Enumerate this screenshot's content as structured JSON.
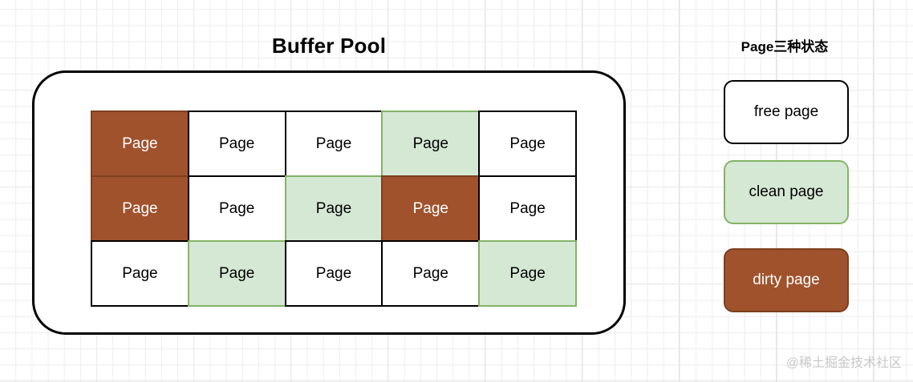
{
  "buffer_pool": {
    "title": "Buffer Pool",
    "cell_label": "Page",
    "grid": {
      "rows": 3,
      "columns": 5,
      "cells": [
        [
          {
            "label": "Page",
            "state": "dirty"
          },
          {
            "label": "Page",
            "state": "free"
          },
          {
            "label": "Page",
            "state": "free"
          },
          {
            "label": "Page",
            "state": "clean"
          },
          {
            "label": "Page",
            "state": "free"
          }
        ],
        [
          {
            "label": "Page",
            "state": "dirty"
          },
          {
            "label": "Page",
            "state": "free"
          },
          {
            "label": "Page",
            "state": "clean"
          },
          {
            "label": "Page",
            "state": "dirty"
          },
          {
            "label": "Page",
            "state": "free"
          }
        ],
        [
          {
            "label": "Page",
            "state": "free"
          },
          {
            "label": "Page",
            "state": "clean"
          },
          {
            "label": "Page",
            "state": "free"
          },
          {
            "label": "Page",
            "state": "free"
          },
          {
            "label": "Page",
            "state": "clean"
          }
        ]
      ]
    }
  },
  "legend": {
    "title": "Page三种状态",
    "items": [
      {
        "label": "free page",
        "state": "free"
      },
      {
        "label": "clean page",
        "state": "clean"
      },
      {
        "label": "dirty page",
        "state": "dirty"
      }
    ]
  },
  "watermark": {
    "text": "@稀土掘金技术社区"
  },
  "colors": {
    "free_fill": "#ffffff",
    "free_border": "#000000",
    "clean_fill": "#d5e8d4",
    "clean_border": "#82b366",
    "dirty_fill": "#a0522d",
    "dirty_border": "#7d3e1f",
    "background": "#ffffff",
    "grid_line": "#ededed",
    "watermark": "#c8c8c8"
  }
}
